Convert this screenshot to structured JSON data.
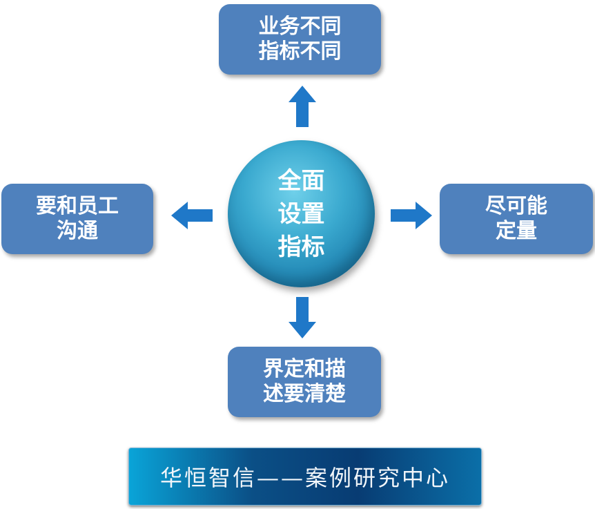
{
  "center": {
    "lines": [
      "全面",
      "设置",
      "指标"
    ]
  },
  "top": {
    "lines": [
      "业务不同",
      "指标不同"
    ]
  },
  "left": {
    "lines": [
      "要和员工",
      "沟通"
    ]
  },
  "right": {
    "lines": [
      "尽可能",
      "定量"
    ]
  },
  "bottom": {
    "lines": [
      "界定和描",
      "述要清楚"
    ]
  },
  "banner": {
    "text": "华恒智信——案例研究中心"
  },
  "colors": {
    "box_fill": "#4f81bd",
    "arrow_fill": "#1f78c8",
    "circle_fill": "#3aa9cf",
    "banner_fill": "#083c73"
  }
}
